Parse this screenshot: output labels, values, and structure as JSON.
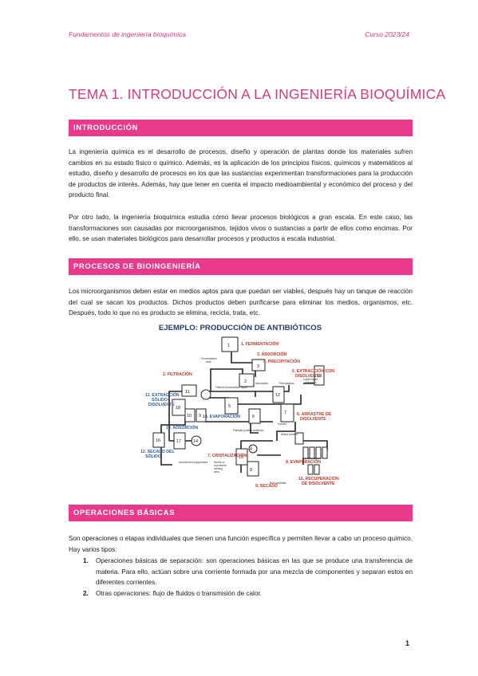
{
  "header": {
    "left": "Fundamentos de ingeniería bioquímica",
    "right": "Curso 2023/24"
  },
  "title": "TEMA 1. INTRODUCCIÓN A LA INGENIERÍA BIOQUÍMICA",
  "sections": {
    "intro": {
      "heading": "INTRODUCCIÓN",
      "p1": "La ingeniería química es el desarrollo de procesos, diseño y operación de plantas donde los materiales sufren cambios en su estado físico o químico. Además, es la aplicación de los principios físicos, químicos y matemáticos al estudio, diseño y desarrollo de procesos en los que las sustancias experimentan transformaciones para la producción de productos de interés. Además, hay que tener en cuenta el impacto medioambiental y económico del proceso y del producto final.",
      "p2": "Por otro lado, la ingeniería bioquímica estudia cómo llevar procesos biológicos a gran escala. En este caso, las transformaciones son causadas por microorganismos, tejidos vivos o sustancias a partir de ellos como encimas. Por ello, se usan materiales biológicos para desarrollar procesos y productos a escala industrial."
    },
    "bio": {
      "heading": "PROCESOS DE BIOINGENIERÍA",
      "p1": "Los microorganismos deben estar en medios aptos para que puedan ser viables, después hay un tanque de reacción del cual se sacan los productos. Dichos productos deben purificarse para eliminar los medios, organismos, etc. Después, todo lo que no es producto se elimina, recicla, trata, etc."
    },
    "ops": {
      "heading": "OPERACIONES BÁSICAS",
      "p1": "Son operaciones o etapas individuales que tienen una función específica y permiten llevar a cabo un proceso químico. Hay varios tipos:",
      "items": [
        {
          "num": "1.",
          "text": "Operaciones básicas de separación: son operaciones básicas en las que se produce una transferencia de materia. Para ello, actúan sobre una corriente formada por una mezcla de componentes y separan estos en diferentes corrientes."
        },
        {
          "num": "2.",
          "text": "Otras operaciones: flujo de fluidos o transmisión de calor."
        }
      ]
    }
  },
  "figure": {
    "title": "EJEMPLO: PRODUCCIÓN DE ANTIBIÓTICOS",
    "labels": {
      "fermentacion": "1. FERMENTACIÓN",
      "adsorcion": "3. ADSORCIÓN",
      "precipitacion": "4. PRECIPITACIÓN",
      "filtracion": "2. FILTRACIÓN",
      "extraccion_dis_1": "5. EXTRACCIÓN CON",
      "extraccion_dis_2": "DISOLVENTE",
      "extraccion_sol_1": "11. EXTRACCIÓN",
      "extraccion_sol_2": "SÓLIDO-",
      "extraccion_sol_3": "DISOLVENTE",
      "evaporacion14": "14. EVAPORACIÓN",
      "adsorcion13": "13. ADSORCIÓN",
      "arrastre_1": "6. ARRASTRE DE",
      "arrastre_2": "DISOLVENTE",
      "secado12_1": "12. SECADO DEL",
      "secado12_2": "SÓLIDO",
      "cristalizacion": "7. CRISTALIZACIÓN",
      "evaporacion8": "8. EVAPORACIÓN",
      "recuperacion_1": "10. RECUPERACIÓN",
      "recuperacion_2": "DE DISOLVENTE",
      "secado9": "9. SECADO"
    },
    "small": {
      "fermentation_tank": "Fermentation",
      "fermentation_tank2": "tank",
      "filtered": "Filtered fermentation liquor",
      "adsorption": "Adsorption",
      "precipitation": "Precipitation",
      "liquid_extraction_1": "Liquid-liquid",
      "liquid_extraction_2": "extraction",
      "solvent": "Solvent",
      "partially": "Partially purified antibiotic",
      "mixed_solvent": "Mixed solvent",
      "animal_feed": "Animal feed supplement",
      "sterile_1": "Sterile or",
      "sterile_2": "non-sterile",
      "sterile_3": "refining",
      "sterile_4": "area",
      "bulk": "Bulk antibiotic"
    },
    "numbers": [
      "1",
      "2",
      "3",
      "4",
      "5",
      "6",
      "7",
      "8",
      "9",
      "10",
      "11",
      "12",
      "13",
      "14",
      "15",
      "16",
      "17",
      "18"
    ]
  },
  "page_number": "1"
}
